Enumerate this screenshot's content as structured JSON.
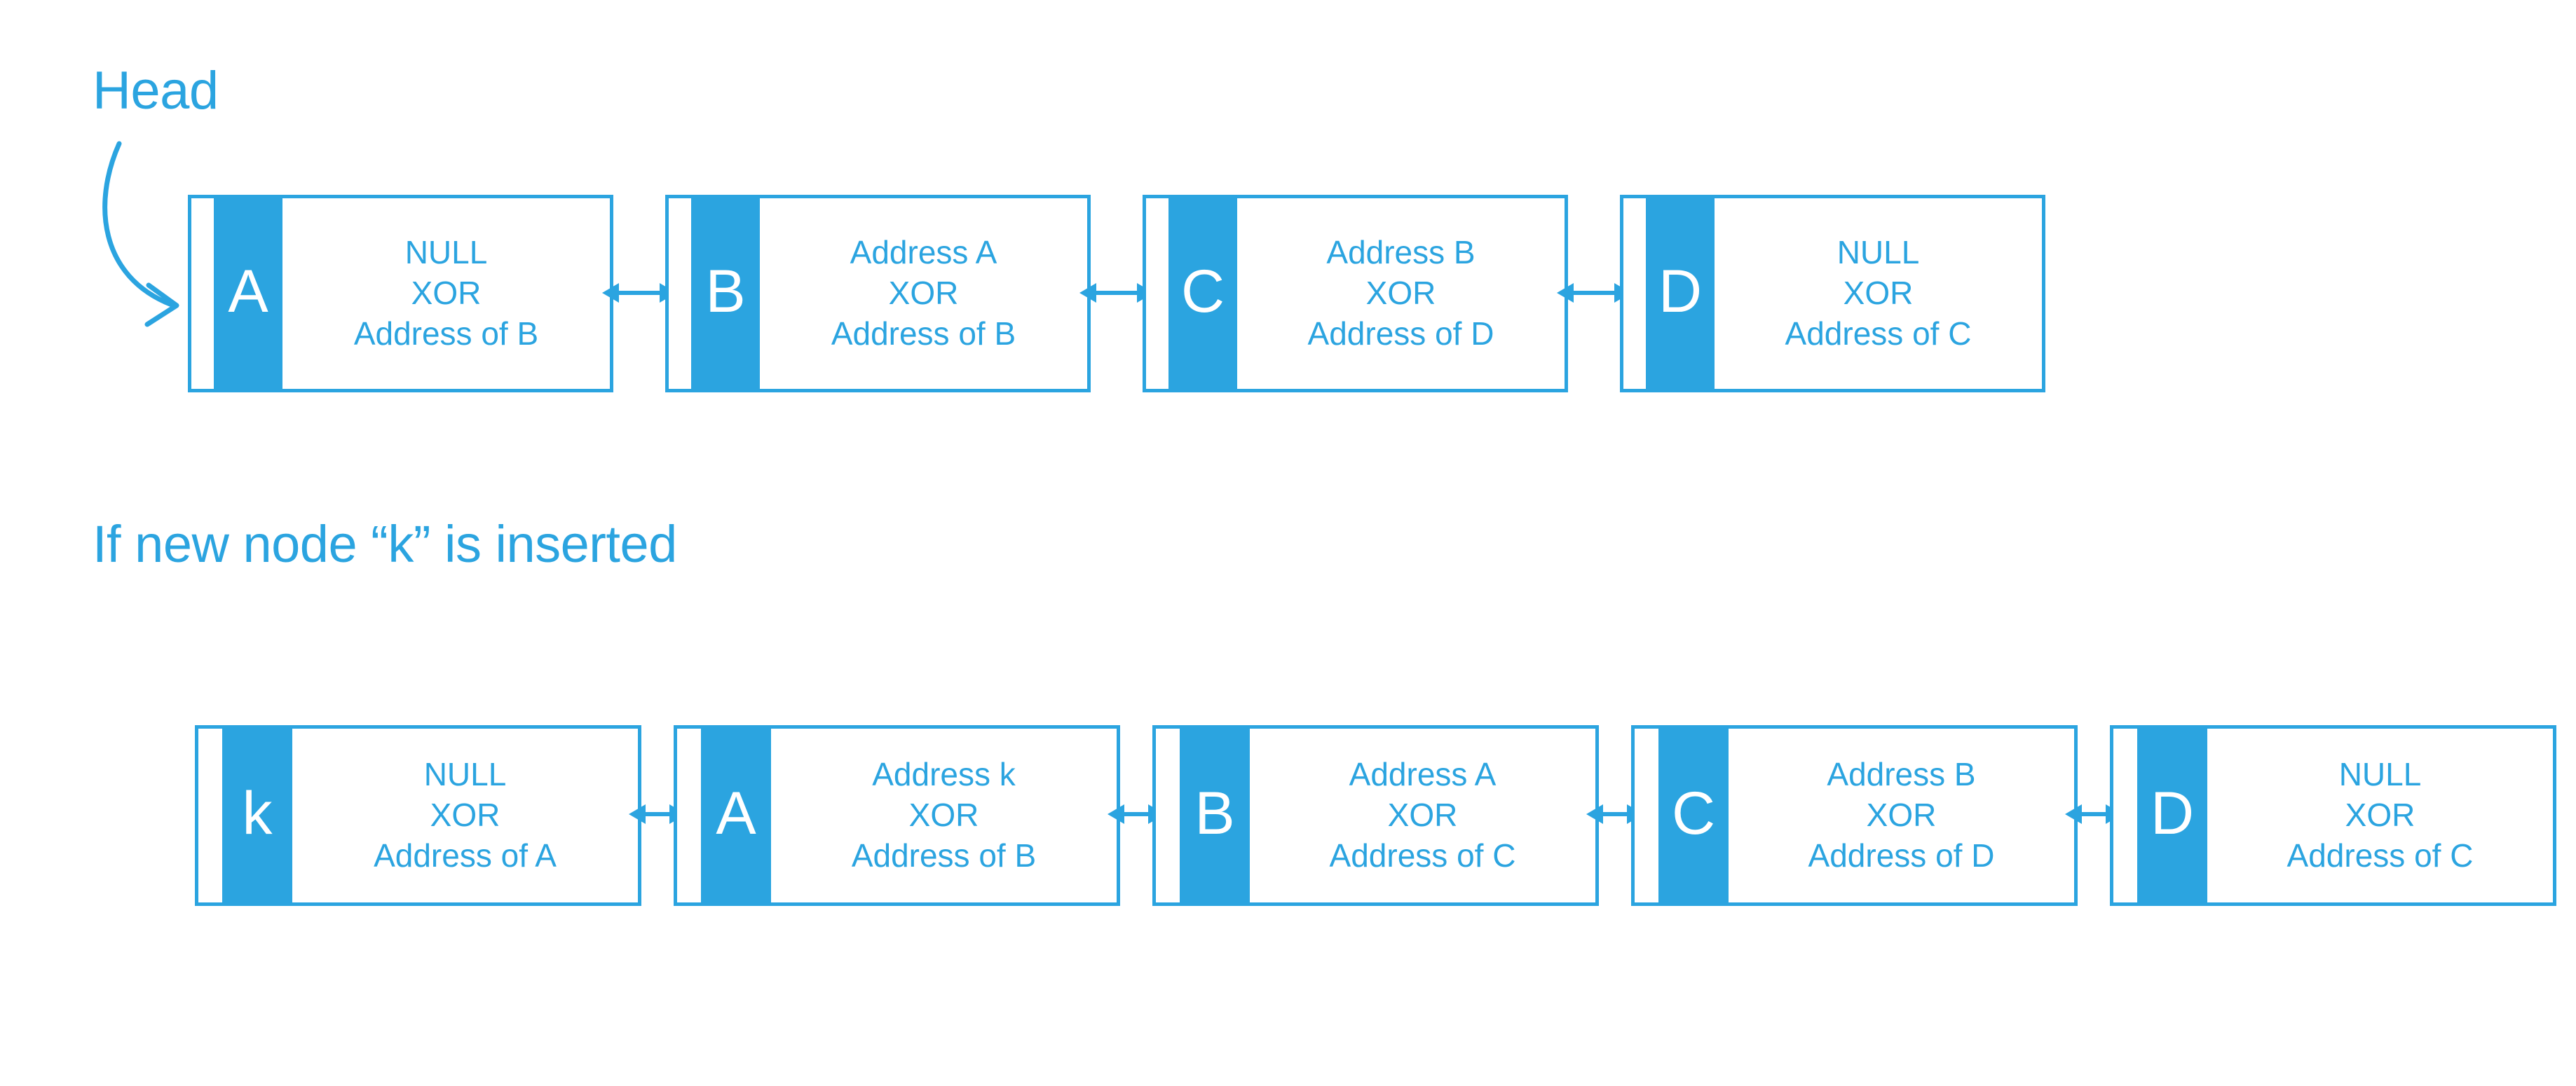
{
  "diagram": {
    "title_label": "Head",
    "section_caption": "If new node “k” is inserted",
    "accent_color": "#2BA4E0",
    "background_color": "#FFFFFF",
    "xor_label": "XOR",
    "rows": [
      {
        "id": "original-list",
        "nodes": [
          {
            "key": "A",
            "line1": "NULL",
            "line2": "XOR",
            "line3": "Address of B"
          },
          {
            "key": "B",
            "line1": "Address A",
            "line2": "XOR",
            "line3": "Address of B"
          },
          {
            "key": "C",
            "line1": "Address B",
            "line2": "XOR",
            "line3": "Address of D"
          },
          {
            "key": "D",
            "line1": "NULL",
            "line2": "XOR",
            "line3": "Address of C"
          }
        ]
      },
      {
        "id": "after-insert-k",
        "nodes": [
          {
            "key": "k",
            "line1": "NULL",
            "line2": "XOR",
            "line3": "Address of A"
          },
          {
            "key": "A",
            "line1": "Address k",
            "line2": "XOR",
            "line3": "Address of B"
          },
          {
            "key": "B",
            "line1": "Address A",
            "line2": "XOR",
            "line3": "Address of C"
          },
          {
            "key": "C",
            "line1": "Address B",
            "line2": "XOR",
            "line3": "Address of D"
          },
          {
            "key": "D",
            "line1": "NULL",
            "line2": "XOR",
            "line3": "Address of C"
          }
        ]
      }
    ]
  }
}
